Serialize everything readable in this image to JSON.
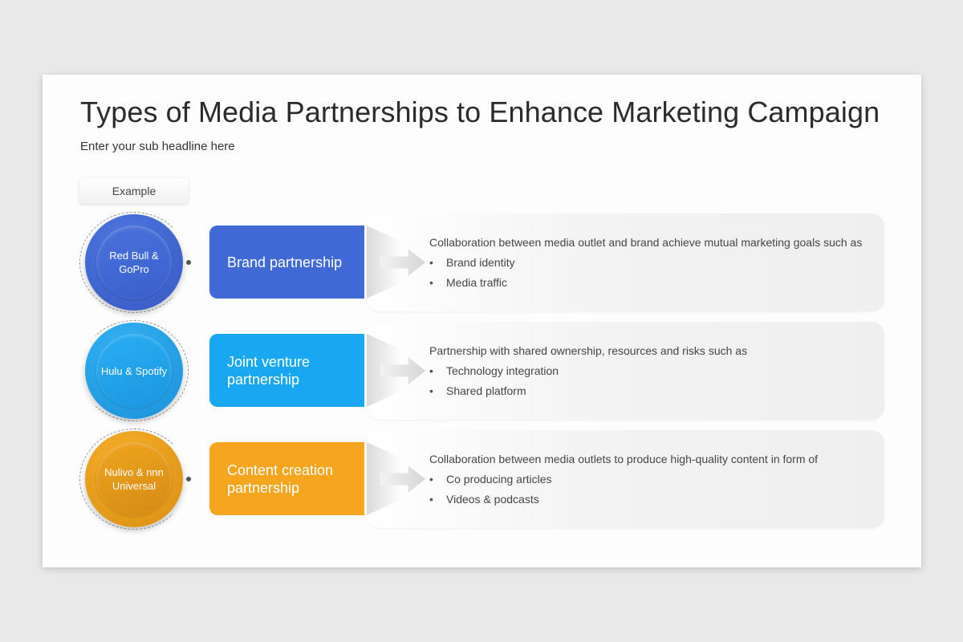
{
  "slide": {
    "title": "Types of Media Partnerships to Enhance Marketing Campaign",
    "subtitle": "Enter your sub headline here",
    "example_label": "Example"
  },
  "partnerships": [
    {
      "example": "Red Bull & GoPro",
      "type": "Brand partnership",
      "description": "Collaboration between media outlet and brand achieve mutual marketing goals such as",
      "bullets": [
        "Brand identity",
        "Media traffic"
      ],
      "color": "#4169d6"
    },
    {
      "example": "Hulu & Spotify",
      "type": "Joint venture partnership",
      "description": "Partnership with shared ownership, resources and risks such as",
      "bullets": [
        "Technology integration",
        "Shared platform"
      ],
      "color": "#1aa7f2"
    },
    {
      "example": "Nulivo & nnn Universal",
      "type": "Content creation partnership",
      "description": "Collaboration between media outlets to produce high-quality content in form of",
      "bullets": [
        "Co producing articles",
        "Videos & podcasts"
      ],
      "color": "#f5a520"
    }
  ]
}
